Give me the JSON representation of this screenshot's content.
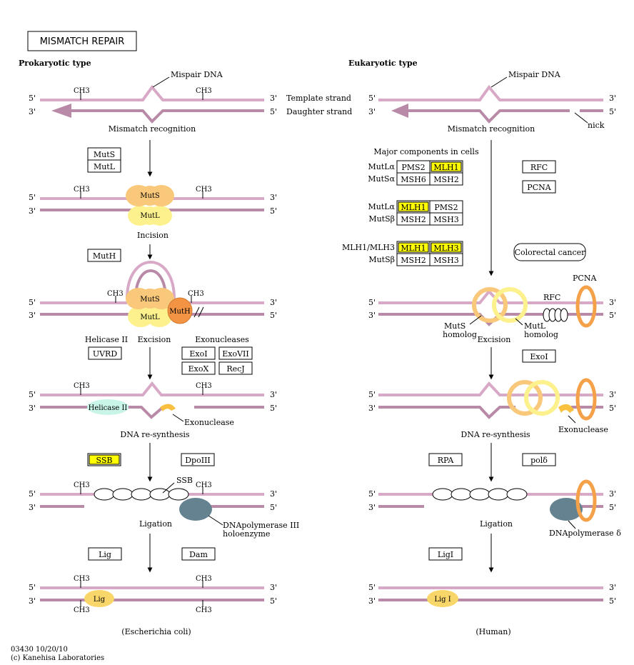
{
  "title": "MISMATCH REPAIR",
  "left": {
    "heading": "Prokaryotic type",
    "mispair": "Mispair DNA",
    "template": "Template strand",
    "daughter": "Daughter strand",
    "steps": [
      "Mismatch recognition",
      "Incision",
      "Excision",
      "DNA re-synthesis",
      "Ligation"
    ],
    "genes": {
      "muts": "MutS",
      "mutl": "MutL",
      "muth": "MutH",
      "uvrd": "UVRD",
      "exoi": "ExoI",
      "exovii": "ExoVII",
      "exox": "ExoX",
      "recj": "RecJ",
      "ssb": "SSB",
      "dpoiii": "DpoIII",
      "lig": "Lig",
      "dam": "Dam"
    },
    "labels": {
      "helicase_group": "Helicase II",
      "exonucleases": "Exonucleases",
      "helicase": "Helicase II",
      "exonuclease": "Exonuclease",
      "ssb": "SSB",
      "dnapol": "DNApolymerase III",
      "holoenzyme": "holoenzyme"
    },
    "proteins": {
      "muts": "MutS",
      "mutl": "MutL",
      "muth": "MutH",
      "lig": "Lig"
    },
    "species": "(Escherichia coli)"
  },
  "right": {
    "heading": "Eukaryotic type",
    "mispair": "Mispair DNA",
    "nick": "nick",
    "steps": [
      "Mismatch recognition",
      "Excision",
      "DNA re-synthesis",
      "Ligation"
    ],
    "components_title": "Major components in cells",
    "rows": [
      {
        "label": "MutLα",
        "cells": [
          {
            "text": "PMS2",
            "hl": false
          },
          {
            "text": "MLH1",
            "hl": true
          }
        ]
      },
      {
        "label": "MutSα",
        "cells": [
          {
            "text": "MSH6",
            "hl": false
          },
          {
            "text": "MSH2",
            "hl": false
          }
        ]
      },
      {
        "label": "MutLα",
        "cells": [
          {
            "text": "MLH1",
            "hl": true
          },
          {
            "text": "PMS2",
            "hl": false
          }
        ]
      },
      {
        "label": "MutSβ",
        "cells": [
          {
            "text": "MSH2",
            "hl": false
          },
          {
            "text": "MSH3",
            "hl": false
          }
        ]
      },
      {
        "label": "MLH1/MLH3",
        "cells": [
          {
            "text": "MLH1",
            "hl": true
          },
          {
            "text": "MLH3",
            "hl": true
          }
        ]
      },
      {
        "label": "MutSβ",
        "cells": [
          {
            "text": "MSH2",
            "hl": false
          },
          {
            "text": "MSH3",
            "hl": false
          }
        ]
      }
    ],
    "genes": {
      "rfc": "RFC",
      "pcna": "PCNA",
      "exoi": "ExoI",
      "rpa": "RPA",
      "pold": "polδ",
      "ligi": "LigI"
    },
    "disease": "Colorectal cancer",
    "labels": {
      "pcna": "PCNA",
      "rfc": "RFC",
      "muts_homolog_1": "MutS",
      "muts_homolog_2": "homolog",
      "mutl_homolog_1": "MutL",
      "mutl_homolog_2": "homolog",
      "exonuclease": "Exonuclease",
      "dnapol": "DNApolymerase δ"
    },
    "proteins": {
      "ligi": "Lig I"
    },
    "species": "(Human)"
  },
  "markers": {
    "prime5": "5'",
    "prime3": "3'",
    "ch3": "CH3"
  },
  "footer": {
    "id": "03430 10/20/10",
    "copyright": "(c) Kanehisa Laboratories"
  },
  "colors": {
    "strand": "#d8a9c6",
    "daughter": "#b88aa7",
    "muts": "#f9c87a",
    "mutl": "#fdf18e",
    "muth": "#f39444",
    "highlight": "#ffff00",
    "helicase": "#c8f5e8",
    "pol": "#648290",
    "ring_outer": "#f9c87a",
    "ring_inner": "#fdf18e",
    "pcna": "#f5a14a"
  }
}
